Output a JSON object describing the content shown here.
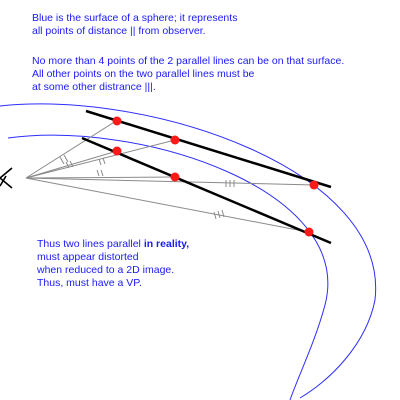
{
  "colors": {
    "text": "#1a1aff",
    "sphere_arc": "#2e2eff",
    "parallel_line": "#000000",
    "sight_ray": "#8a8a8a",
    "intersection_point": "#ff1a1a"
  },
  "icons": {
    "observer": "eye-symbol",
    "tick_marks": "equal-distance-marks"
  },
  "text": {
    "intro": {
      "line1": "Blue  is the surface of a sphere; it represents",
      "line2": "all points of distance || from observer."
    },
    "constraint": {
      "line1": "No more than 4 points of the 2 parallel lines can be on that surface.",
      "line2": "All other points on the two parallel lines must be",
      "line3": "at some other distrance |||."
    },
    "conclusion": {
      "line1_prefix": "Thus two lines parallel ",
      "line1_bold": "in reality,",
      "line2": "must appear distorted",
      "line3": "when reduced to a 2D image.",
      "line4": "Thus, must have a VP."
    }
  }
}
